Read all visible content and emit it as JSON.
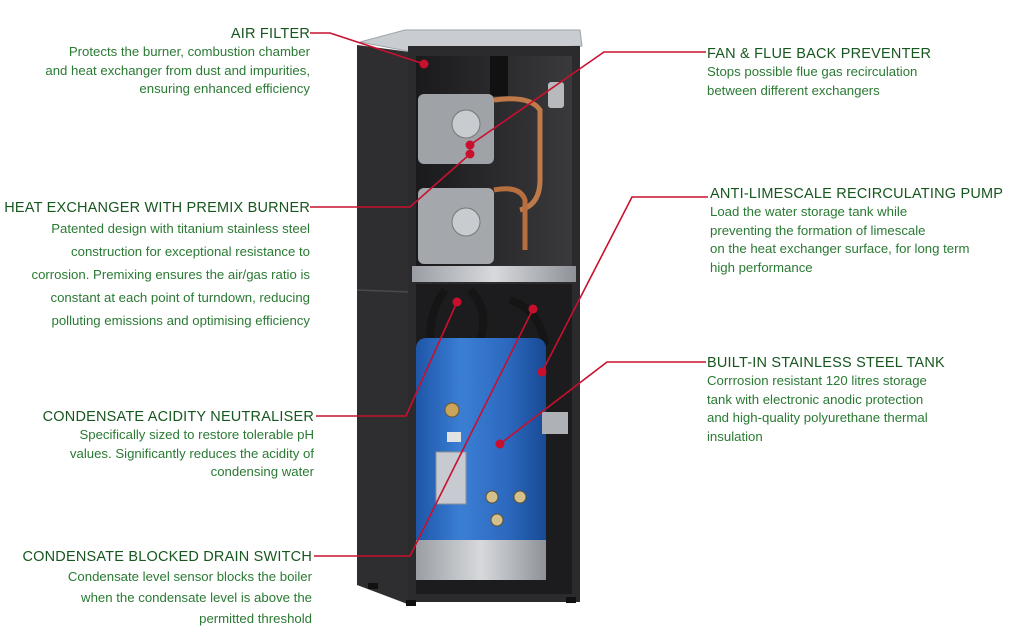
{
  "colors": {
    "title": "#17561f",
    "desc": "#2a7a33",
    "leader": "#c8102e",
    "tank": "#2f6fc4",
    "cabinet": "#2b2b2d"
  },
  "callouts": [
    {
      "id": "air-filter",
      "title": "AIR FILTER",
      "desc": [
        "Protects the burner, combustion chamber",
        "and heat exchanger from dust and impurities,",
        "ensuring enhanced efficiency"
      ]
    },
    {
      "id": "heat-exchanger",
      "title": "HEAT EXCHANGER WITH PREMIX BURNER",
      "desc": [
        "Patented design with titanium stainless steel",
        "construction for exceptional resistance to",
        "corrosion. Premixing ensures the air/gas ratio is",
        "constant at each point of turndown, reducing",
        "polluting emissions and optimising efficiency"
      ]
    },
    {
      "id": "acidity-neutraliser",
      "title": "CONDENSATE ACIDITY NEUTRALISER",
      "desc": [
        "Specifically sized to restore tolerable pH",
        "values. Significantly reduces the acidity of",
        "condensing water"
      ]
    },
    {
      "id": "drain-switch",
      "title": "CONDENSATE BLOCKED DRAIN SWITCH",
      "desc": [
        "Condensate level sensor blocks the boiler",
        "when the condensate level is above the",
        "permitted threshold"
      ]
    },
    {
      "id": "fan-flue",
      "title": "FAN & FLUE BACK PREVENTER",
      "desc": [
        "Stops possible flue gas recirculation",
        "between different exchangers"
      ]
    },
    {
      "id": "limescale-pump",
      "title": "ANTI-LIMESCALE RECIRCULATING PUMP",
      "desc": [
        "Load the water storage tank while",
        "preventing the formation of limescale",
        "on the heat exchanger surface, for long term",
        "high performance"
      ]
    },
    {
      "id": "steel-tank",
      "title": "BUILT-IN STAINLESS STEEL TANK",
      "desc": [
        "Corrrosion resistant 120 litres storage",
        "tank with electronic anodic protection",
        "and high-quality polyurethane thermal",
        "insulation"
      ]
    }
  ]
}
